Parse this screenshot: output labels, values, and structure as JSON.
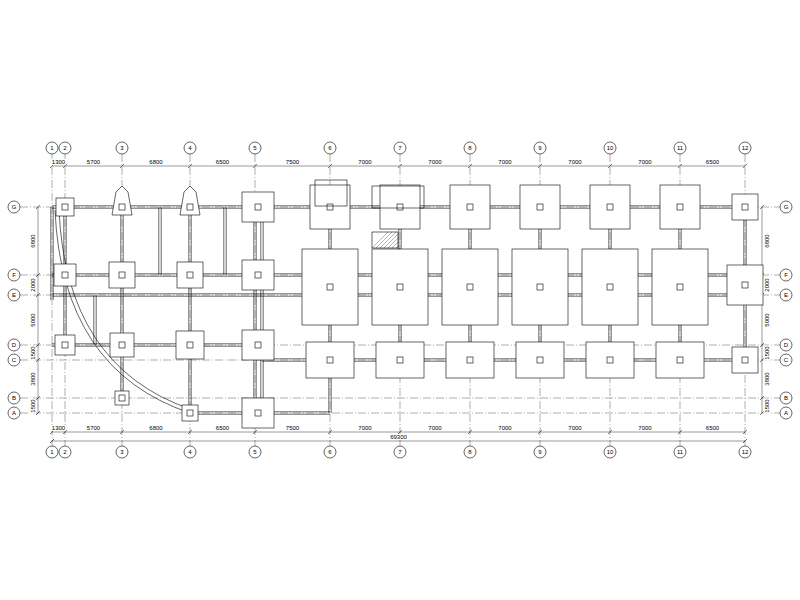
{
  "diagram": {
    "labels": [
      "1",
      "2",
      "3",
      "4",
      "5",
      "6",
      "7",
      "8",
      "9",
      "10",
      "11",
      "12",
      "1300",
      "5700",
      "6800",
      "6500",
      "7500",
      "7000",
      "7000",
      "7000",
      "7000",
      "7000",
      "6500",
      "1300",
      "5700",
      "6800",
      "6500",
      "7500",
      "7000",
      "7000",
      "7000",
      "7000",
      "7000",
      "6500",
      "69300",
      "1",
      "2",
      "3",
      "4",
      "5",
      "6",
      "7",
      "8",
      "9",
      "10",
      "11",
      "12",
      "G",
      "F",
      "E",
      "D",
      "C",
      "B",
      "A",
      "G",
      "F",
      "E",
      "D",
      "C",
      "B",
      "A",
      "6800",
      "2000",
      "5000",
      "1500",
      "3800",
      "1500",
      "6800",
      "2000",
      "5000",
      "1500",
      "3800",
      "1500"
    ]
  }
}
